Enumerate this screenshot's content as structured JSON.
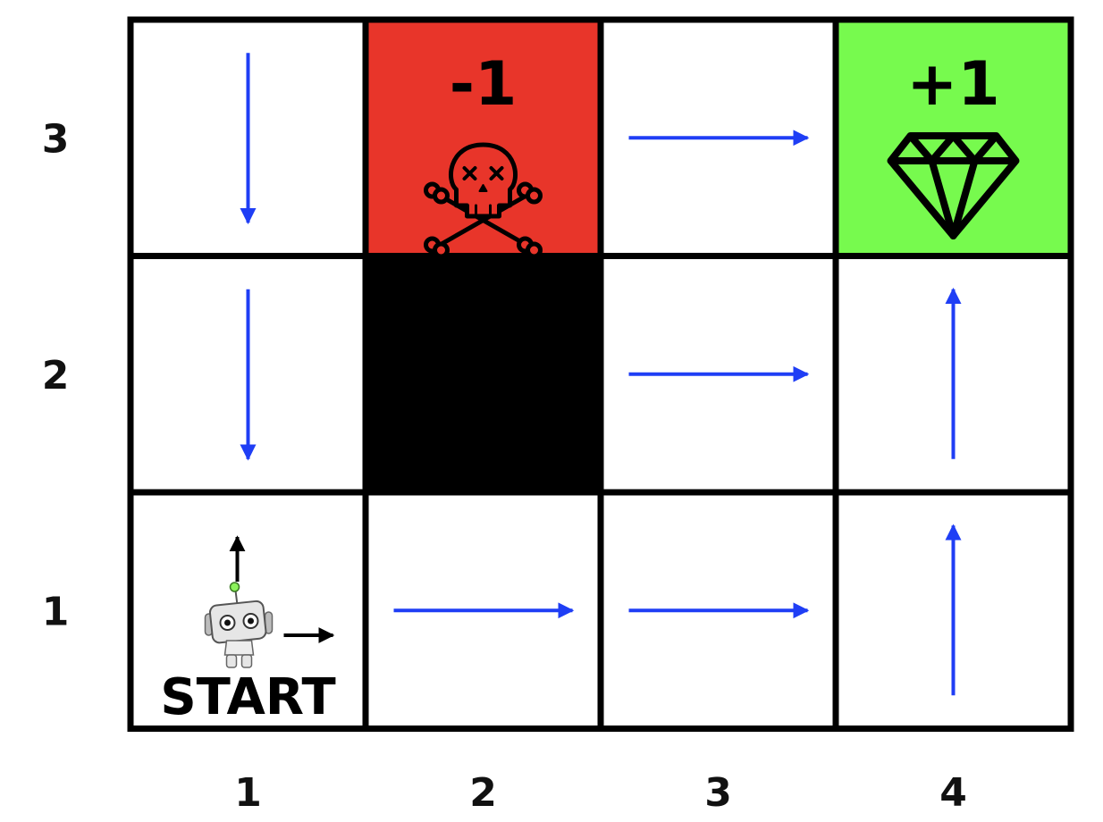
{
  "grid": {
    "cols": 4,
    "rows": 3,
    "x_labels": [
      "1",
      "2",
      "3",
      "4"
    ],
    "y_labels": [
      "1",
      "2",
      "3"
    ],
    "cells": [
      {
        "col": 1,
        "row": 3,
        "type": "empty",
        "policy": "down"
      },
      {
        "col": 2,
        "row": 3,
        "type": "penalty",
        "reward_label": "-1",
        "icon": "skull-crossbones-icon"
      },
      {
        "col": 3,
        "row": 3,
        "type": "empty",
        "policy": "right"
      },
      {
        "col": 4,
        "row": 3,
        "type": "goal",
        "reward_label": "+1",
        "icon": "diamond-icon"
      },
      {
        "col": 1,
        "row": 2,
        "type": "empty",
        "policy": "down"
      },
      {
        "col": 2,
        "row": 2,
        "type": "wall"
      },
      {
        "col": 3,
        "row": 2,
        "type": "empty",
        "policy": "right"
      },
      {
        "col": 4,
        "row": 2,
        "type": "empty",
        "policy": "up"
      },
      {
        "col": 1,
        "row": 1,
        "type": "start",
        "label": "START",
        "icon": "robot-icon",
        "agent_moves": [
          "up",
          "right"
        ]
      },
      {
        "col": 2,
        "row": 1,
        "type": "empty",
        "policy": "right"
      },
      {
        "col": 3,
        "row": 1,
        "type": "empty",
        "policy": "right"
      },
      {
        "col": 4,
        "row": 1,
        "type": "empty",
        "policy": "up"
      }
    ]
  },
  "colors": {
    "penalty": "#e8352a",
    "goal": "#77fa4e",
    "wall": "#000000",
    "empty": "#ffffff",
    "border": "#000000",
    "policy_arrow": "#1f3ef5",
    "agent_arrow": "#000000"
  }
}
